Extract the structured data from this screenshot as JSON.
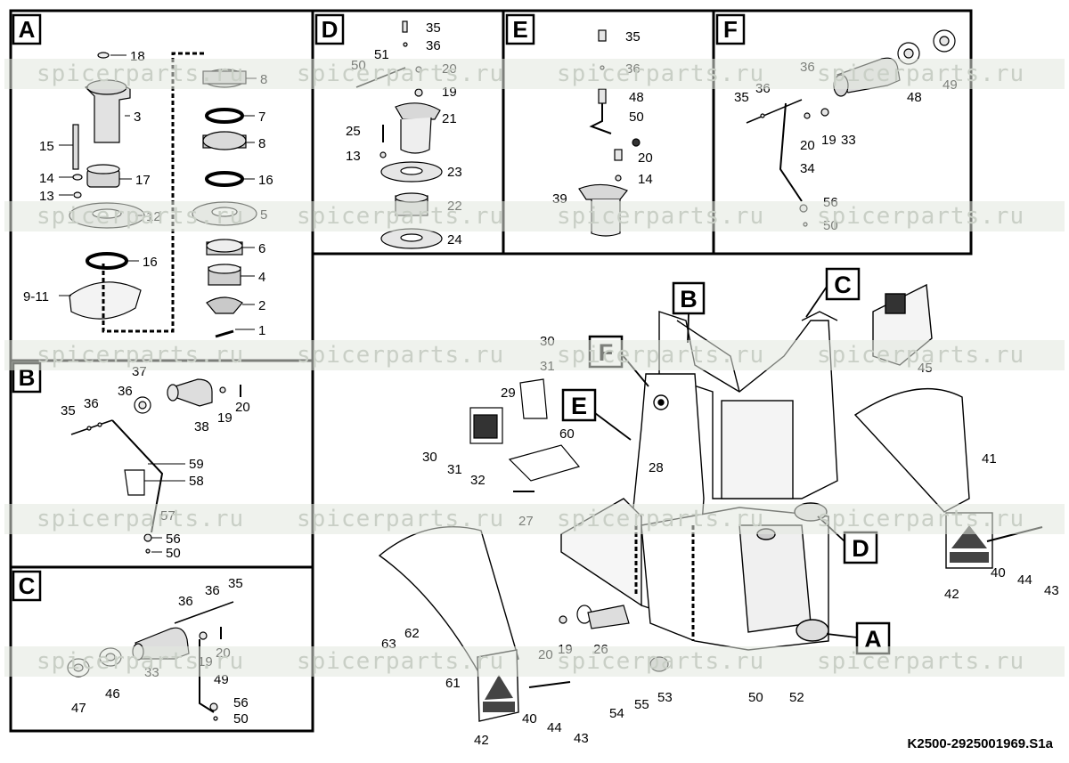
{
  "watermark": "spicerparts.ru",
  "drawing_code": "K2500-2925001969.S1a",
  "panels": {
    "A": {
      "letter": "A",
      "labels": [
        "18",
        "3",
        "15",
        "14",
        "13",
        "17",
        "12",
        "16",
        "9-11",
        "8",
        "7",
        "8",
        "16",
        "5",
        "6",
        "4",
        "2",
        "1"
      ]
    },
    "B": {
      "letter": "B",
      "labels": [
        "37",
        "36",
        "36",
        "35",
        "38",
        "19",
        "20",
        "59",
        "58",
        "57",
        "56",
        "50"
      ]
    },
    "C": {
      "letter": "C",
      "labels": [
        "36",
        "36",
        "35",
        "20",
        "19",
        "49",
        "33",
        "46",
        "47",
        "56",
        "50"
      ]
    },
    "D": {
      "letter": "D",
      "labels": [
        "35",
        "36",
        "50",
        "51",
        "20",
        "19",
        "21",
        "25",
        "13",
        "23",
        "22",
        "24"
      ]
    },
    "E": {
      "letter": "E",
      "labels": [
        "35",
        "36",
        "48",
        "50",
        "20",
        "14",
        "39"
      ]
    },
    "F": {
      "letter": "F",
      "labels": [
        "36",
        "36",
        "35",
        "48",
        "49",
        "20",
        "19",
        "33",
        "34",
        "56",
        "50"
      ]
    }
  },
  "main": {
    "callouts": [
      "B",
      "C",
      "F",
      "E",
      "D",
      "A"
    ],
    "labels": [
      "30",
      "31",
      "29",
      "60",
      "28",
      "30",
      "31",
      "32",
      "27",
      "45",
      "41",
      "42",
      "40",
      "44",
      "43",
      "63",
      "62",
      "61",
      "42",
      "40",
      "44",
      "43",
      "20",
      "19",
      "26",
      "54",
      "55",
      "53",
      "50",
      "52"
    ]
  }
}
